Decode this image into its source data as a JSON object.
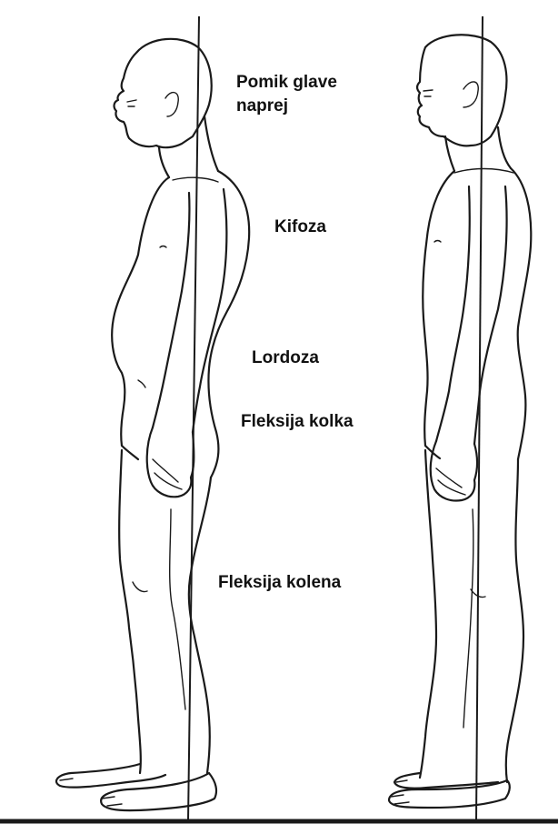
{
  "labels": {
    "forward_head": "Pomik glave naprej",
    "kyphosis": "Kifoza",
    "lordosis": "Lordoza",
    "hip_flexion": "Fleksija kolka",
    "knee_flexion": "Fleksija kolena"
  },
  "colors": {
    "line": "#1a1a1a",
    "background": "#ffffff"
  }
}
